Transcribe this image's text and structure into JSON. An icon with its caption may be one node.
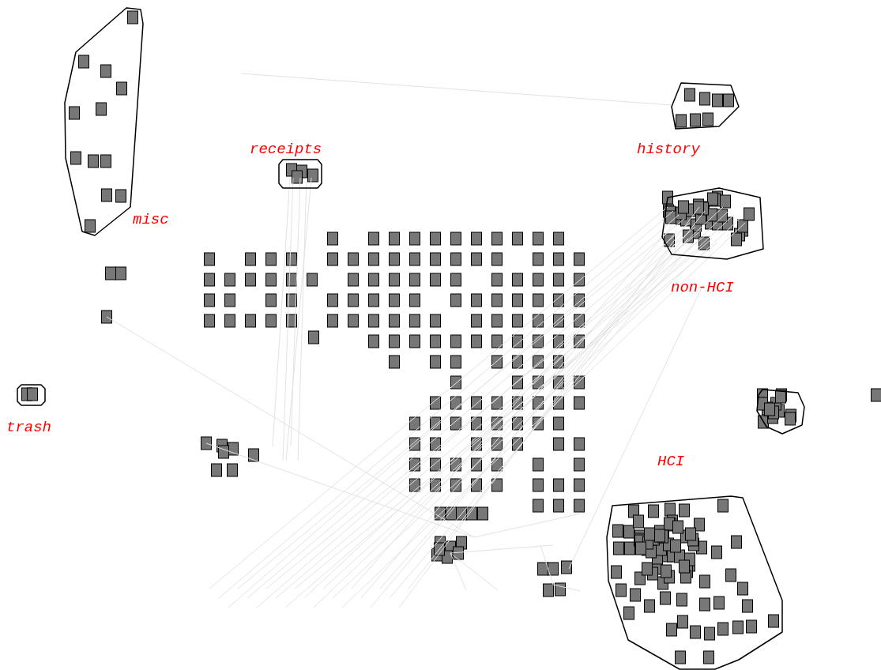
{
  "diagram": {
    "nodes": [
      {
        "text": [
          "misc"
        ]
      },
      {
        "text": [
          "history"
        ]
      },
      {
        "text": [
          "receipts"
        ]
      },
      {
        "text": [
          "non-HCI"
        ]
      },
      {
        "text": [
          "trash"
        ]
      },
      {
        "text": [],
        "shape": "blob"
      },
      {
        "text": [
          "HCI"
        ]
      }
    ]
  }
}
